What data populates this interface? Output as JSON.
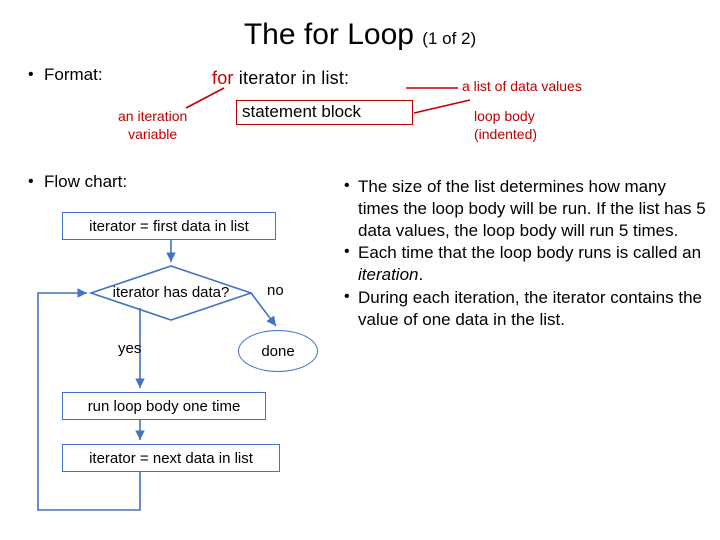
{
  "slide": {
    "title_main": "The for Loop ",
    "title_sub": "(1 of 2)"
  },
  "format": {
    "bullet": "•",
    "label": "Format:",
    "code_keyword": "for",
    "code_rest": " iterator  in  list:",
    "statement_block": "statement block",
    "annot_iteration_variable_line1": "an iteration",
    "annot_iteration_variable_line2": "variable",
    "annot_list_values": "a list of data values",
    "annot_loop_body_line1": "loop body",
    "annot_loop_body_line2": "(indented)"
  },
  "flowchart": {
    "bullet": "•",
    "label": "Flow chart:",
    "box_first": "iterator = first data in list",
    "decision": "iterator has data?",
    "yes_label": "yes",
    "no_label": "no",
    "done_label": "done",
    "box_run": "run loop body one time",
    "box_next": "iterator = next data in list"
  },
  "notes": {
    "bullet": "•",
    "items": [
      {
        "pre": "The size of the list determines how many times the loop body will be run. If the list has 5 data values, the loop body will run 5 times.",
        "italic": "",
        "post": ""
      },
      {
        "pre": "Each time that the loop body runs is called an ",
        "italic": "iteration",
        "post": "."
      },
      {
        "pre": "During each iteration, the iterator contains the value of one data in the list.",
        "italic": "",
        "post": ""
      }
    ]
  },
  "colors": {
    "accent_red": "#c00000",
    "flow_blue": "#4472c4",
    "text": "#000000",
    "background": "#ffffff"
  }
}
